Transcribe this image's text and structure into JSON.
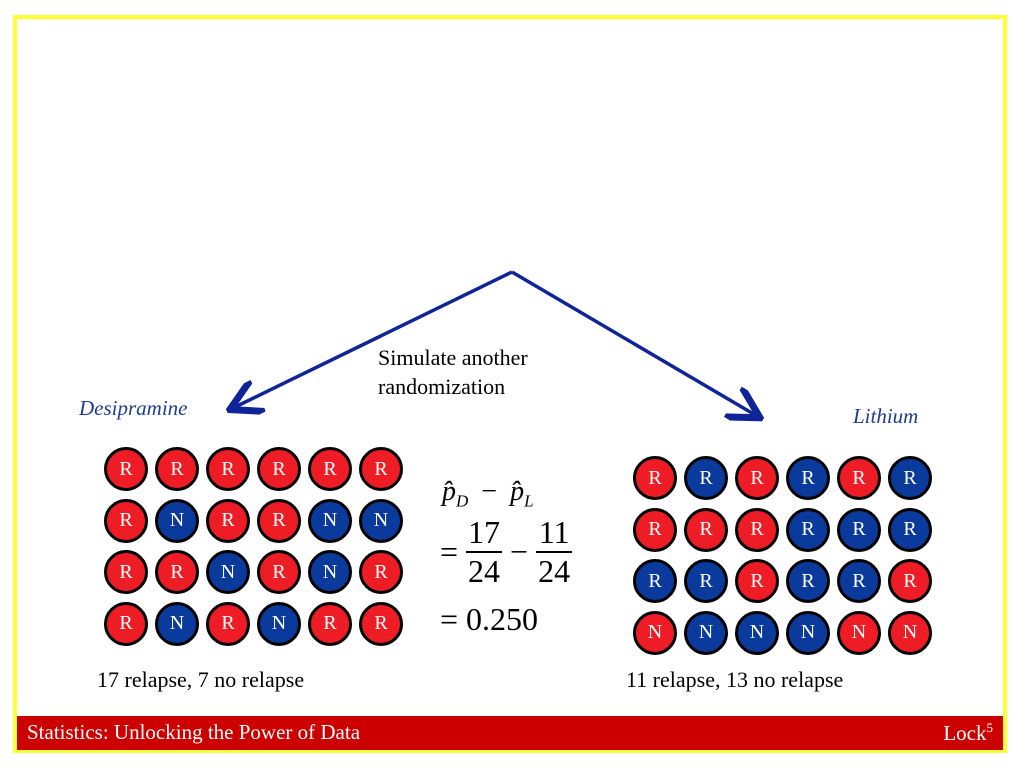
{
  "center_label": [
    "Simulate another",
    "randomization"
  ],
  "left": {
    "name": "Desipramine",
    "summary": "17 relapse, 7 no relapse",
    "grid": [
      [
        "R",
        "R",
        "R",
        "R",
        "R",
        "R"
      ],
      [
        "R",
        "N",
        "R",
        "R",
        "N",
        "N"
      ],
      [
        "R",
        "R",
        "N",
        "R",
        "N",
        "R"
      ],
      [
        "R",
        "N",
        "R",
        "N",
        "R",
        "R"
      ]
    ]
  },
  "right": {
    "name": "Lithium",
    "summary": "11 relapse, 13 no relapse",
    "grid": [
      [
        "R",
        "R",
        "R",
        "R",
        "R",
        "R"
      ],
      [
        "R",
        "R",
        "R",
        "R",
        "R",
        "R"
      ],
      [
        "R",
        "R",
        "R",
        "R",
        "R",
        "R"
      ],
      [
        "N",
        "N",
        "N",
        "N",
        "N",
        "N"
      ]
    ],
    "fill_red": [
      [
        true,
        false,
        true,
        false,
        true,
        false
      ],
      [
        true,
        true,
        true,
        false,
        false,
        false
      ],
      [
        false,
        false,
        true,
        false,
        false,
        true
      ],
      [
        true,
        false,
        false,
        false,
        true,
        true
      ]
    ]
  },
  "equation": {
    "line1": {
      "p1": "p̂",
      "sub1": "D",
      "op": "−",
      "p2": "p̂",
      "sub2": "L"
    },
    "line2": {
      "eq": "=",
      "num1": "17",
      "den1": "24",
      "op": "−",
      "num2": "11",
      "den2": "24"
    },
    "line3": {
      "eq": "=",
      "value": "0.250"
    }
  },
  "footer": {
    "title": "Statistics: Unlocking the Power of Data",
    "author": "Lock",
    "sup": "5"
  },
  "colors": {
    "red": "#ee1c25",
    "blue": "#0a3a9c",
    "arrow": "#10249a",
    "frame": "#ffff33",
    "footer": "#cc0000"
  }
}
